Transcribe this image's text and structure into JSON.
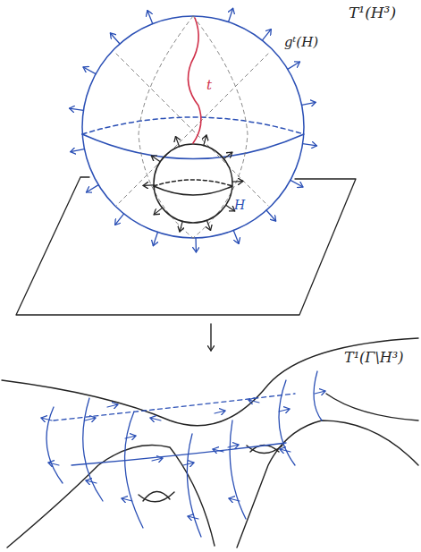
{
  "diagram": {
    "labels": [
      "T¹(H³)",
      "gᵗ(H)",
      "t",
      "H",
      "T¹(Γ\\H³)"
    ]
  }
}
